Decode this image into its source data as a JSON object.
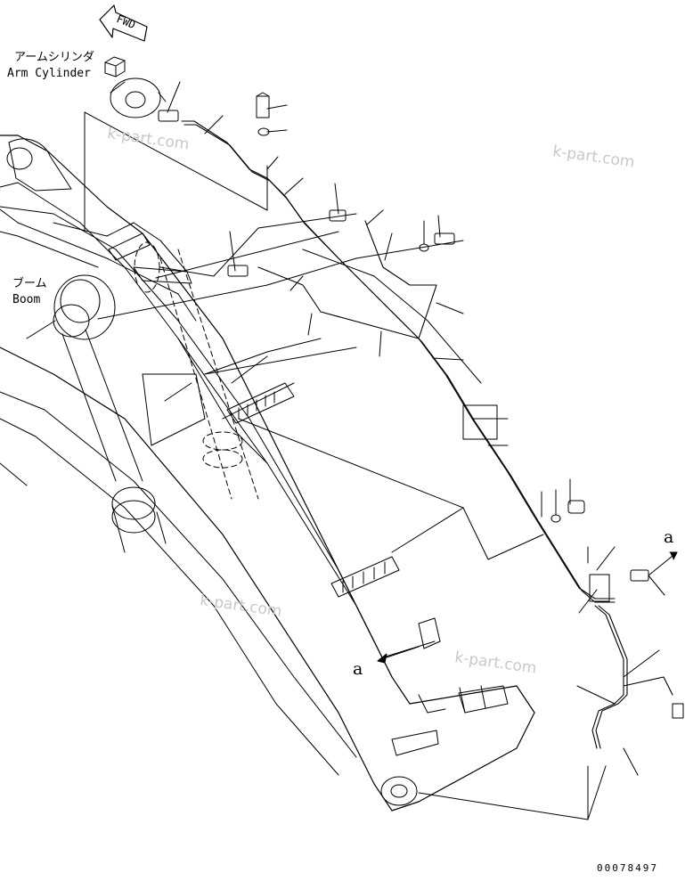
{
  "direction_marker": {
    "text": "FWD"
  },
  "labels": {
    "arm_cylinder_jp": "アームシリンダ",
    "arm_cylinder_en": "Arm Cylinder",
    "boom_jp": "ブーム",
    "boom_en": "Boom"
  },
  "reference_marks": [
    "a",
    "a"
  ],
  "watermarks": [
    "k-part.com",
    "k-part.com",
    "k-part.com",
    "k-part.com"
  ],
  "drawing_number": "00078497",
  "colors": {
    "line": "#000000",
    "watermark": "#c8c8c8",
    "background": "#ffffff"
  }
}
